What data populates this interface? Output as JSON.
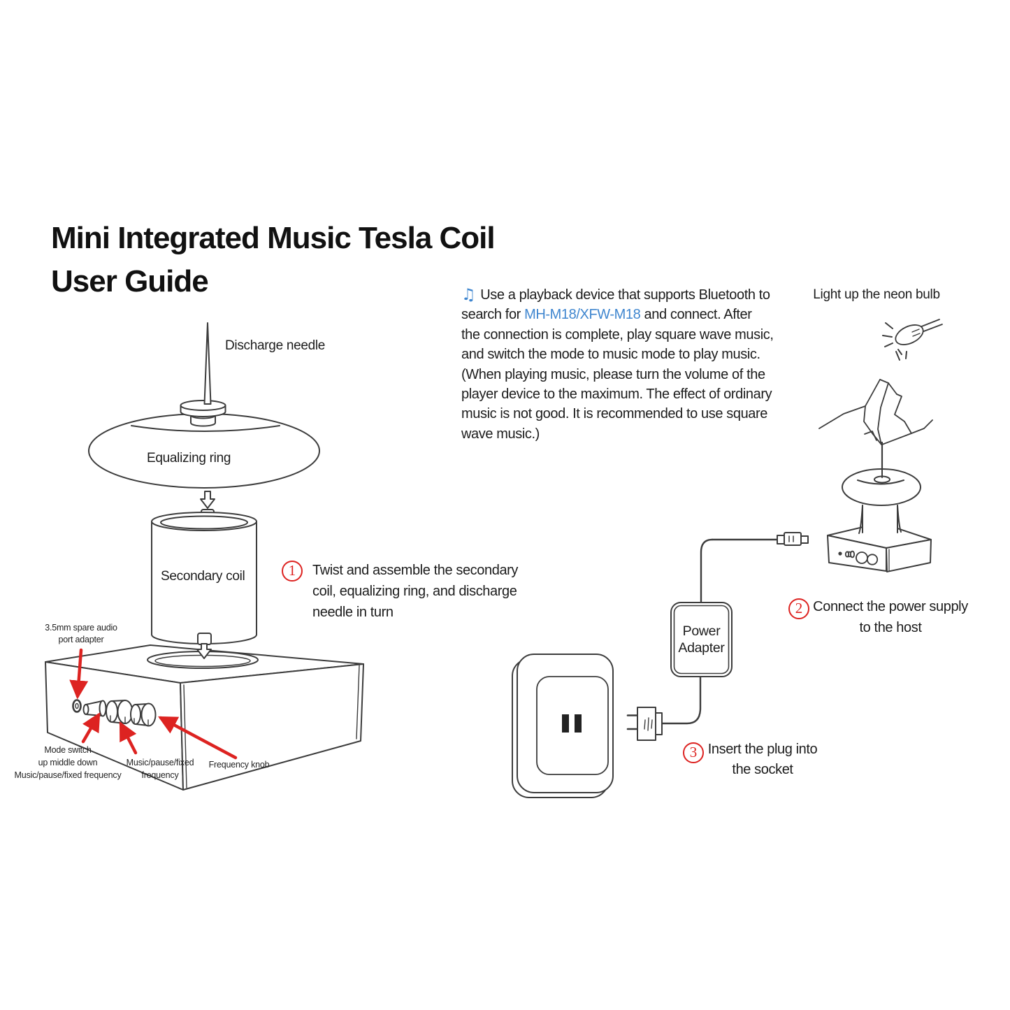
{
  "title": {
    "line1": "Mini Integrated Music Tesla Coil",
    "line2": "User Guide"
  },
  "assembly": {
    "discharge_needle": "Discharge needle",
    "equalizing_ring": "Equalizing ring",
    "secondary_coil": "Secondary coil",
    "audio_port": {
      "lines": [
        "3.5mm spare audio",
        "port adapter"
      ]
    },
    "mode_switch": {
      "lines": [
        "Mode switch",
        "up middle down",
        "Music/pause/fixed frequency"
      ]
    },
    "music_pause": {
      "lines": [
        "Music/pause/fixed",
        "frequency"
      ]
    },
    "frequency_knob": "Frequency knob"
  },
  "bluetooth_note": {
    "icon": "♫",
    "lines": [
      {
        "text": "Use a playback device that supports Bluetooth to"
      },
      {
        "pre": "search for ",
        "link": "MH-M18/XFW-M18",
        "post": " and connect. After"
      },
      {
        "text": "the connection is complete, play square wave music,"
      },
      {
        "text": "and switch the mode to music mode to play music."
      },
      {
        "text": "(When playing music, please turn the volume of the"
      },
      {
        "text": "player device to the maximum. The effect of ordinary"
      },
      {
        "text": "music is not good. It is recommended to use square"
      },
      {
        "text": "wave music.)"
      }
    ]
  },
  "neon": {
    "caption": "Light up the neon bulb"
  },
  "steps": [
    {
      "number": "1",
      "lines": [
        "Twist and assemble the secondary",
        "coil, equalizing ring, and discharge",
        "needle in turn"
      ]
    },
    {
      "number": "2",
      "lines": [
        "Connect the power supply",
        "to the host"
      ]
    },
    {
      "number": "3",
      "lines": [
        "Insert the plug into",
        "the socket"
      ]
    }
  ],
  "power_adapter": {
    "lines": [
      "Power",
      "Adapter"
    ]
  },
  "colors": {
    "accent_red": "#dd2321",
    "link_blue": "#3f86cf",
    "line_dark": "#3c3c3c"
  }
}
